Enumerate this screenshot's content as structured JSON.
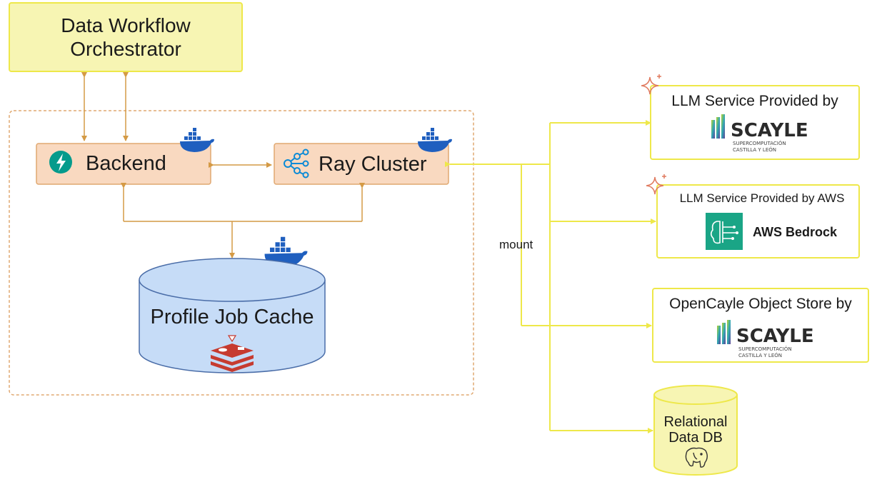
{
  "orchestrator": {
    "line1": "Data Workflow",
    "line2": "Orchestrator"
  },
  "backend": {
    "label": "Backend"
  },
  "ray": {
    "label": "Ray Cluster"
  },
  "cache": {
    "label": "Profile Job Cache"
  },
  "mount_label": "mount",
  "llm_scayle": {
    "title": "LLM Service Provided by",
    "logo_name": "SCAYLE",
    "logo_sub1": "SUPERCOMPUTACIÓN",
    "logo_sub2": "CASTILLA Y LEÓN"
  },
  "llm_aws": {
    "title": "LLM Service Provided by AWS",
    "logo_name": "AWS Bedrock"
  },
  "object_store": {
    "title": "OpenCayle Object Store by",
    "logo_name": "SCAYLE",
    "logo_sub1": "SUPERCOMPUTACIÓN",
    "logo_sub2": "CASTILLA Y LEÓN"
  },
  "relational_db": {
    "line1": "Relational",
    "line2": "Data DB"
  },
  "colors": {
    "yellow_fill": "#f7f5b3",
    "yellow_stroke": "#eee84a",
    "node_fill": "#f9d9c0",
    "node_stroke": "#e0a870",
    "arrow": "#d49a45",
    "cache_fill": "#c6dcf7",
    "docker": "#1f5fbf",
    "redis": "#c63b30",
    "aws_green": "#1aa586",
    "fastapi_teal": "#059b8c",
    "ray_blue": "#0b8ad6"
  }
}
